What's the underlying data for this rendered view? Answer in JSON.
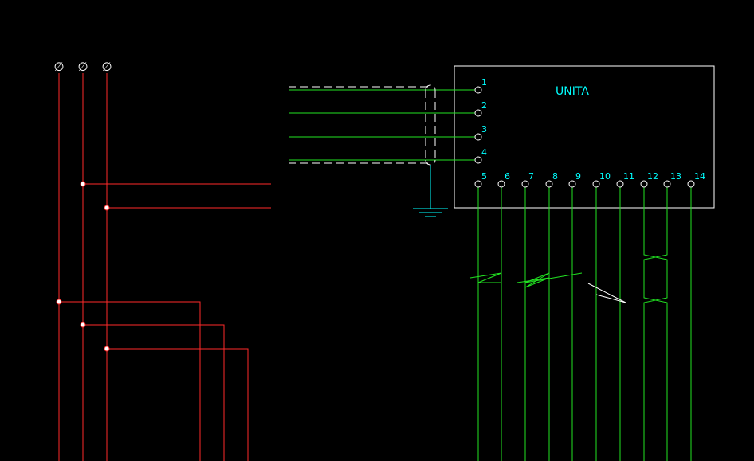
{
  "colors": {
    "background": "#000000",
    "power_wire": "#ff2a2a",
    "signal_wire": "#22e422",
    "shield": "#ffffff",
    "label": "#00ffff",
    "ground": "#00ffff",
    "box": "#ffffff"
  },
  "diagram": {
    "unit_label": "UNITA",
    "phase_symbol": "∅",
    "top_pin_labels": [
      "1",
      "2",
      "3",
      "4"
    ],
    "bottom_pin_labels": [
      "5",
      "6",
      "7",
      "8",
      "9",
      "10",
      "11",
      "12",
      "13",
      "14"
    ]
  }
}
